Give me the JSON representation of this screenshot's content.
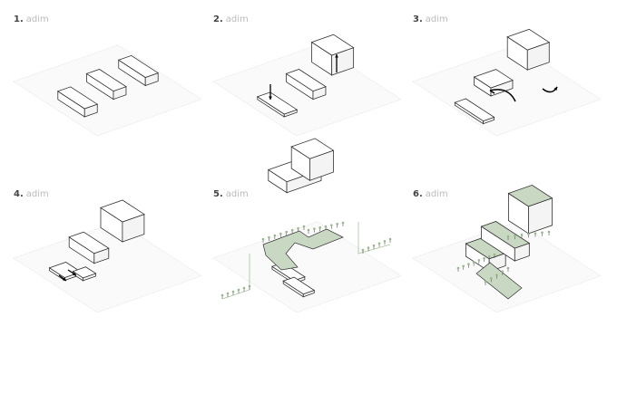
{
  "steps": [
    {
      "number": "1.",
      "word": "adim"
    },
    {
      "number": "2.",
      "word": "adim"
    },
    {
      "number": "3.",
      "word": "adim"
    },
    {
      "number": "4.",
      "word": "adim"
    },
    {
      "number": "5.",
      "word": "adim"
    },
    {
      "number": "6.",
      "word": "adim"
    }
  ],
  "colors": {
    "ground": "#e6e6e6",
    "line": "#333333",
    "green": "#c9d8c2",
    "green_line": "#a8c49c"
  }
}
